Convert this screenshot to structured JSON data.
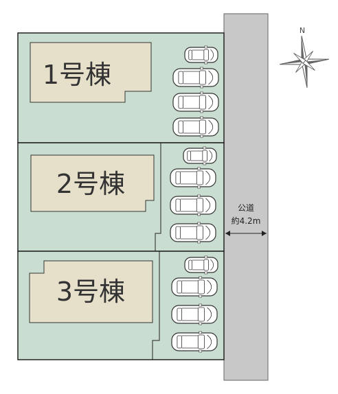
{
  "buildings": [
    {
      "label": "1号棟"
    },
    {
      "label": "2号棟"
    },
    {
      "label": "3号棟"
    }
  ],
  "road": {
    "line1": "公道",
    "line2": "約4.2m"
  },
  "compass": {
    "north": "N"
  },
  "colors": {
    "lot": "#c9ddd0",
    "building": "#e6dfc9",
    "road": "#c8c8c8",
    "line": "#222222"
  }
}
